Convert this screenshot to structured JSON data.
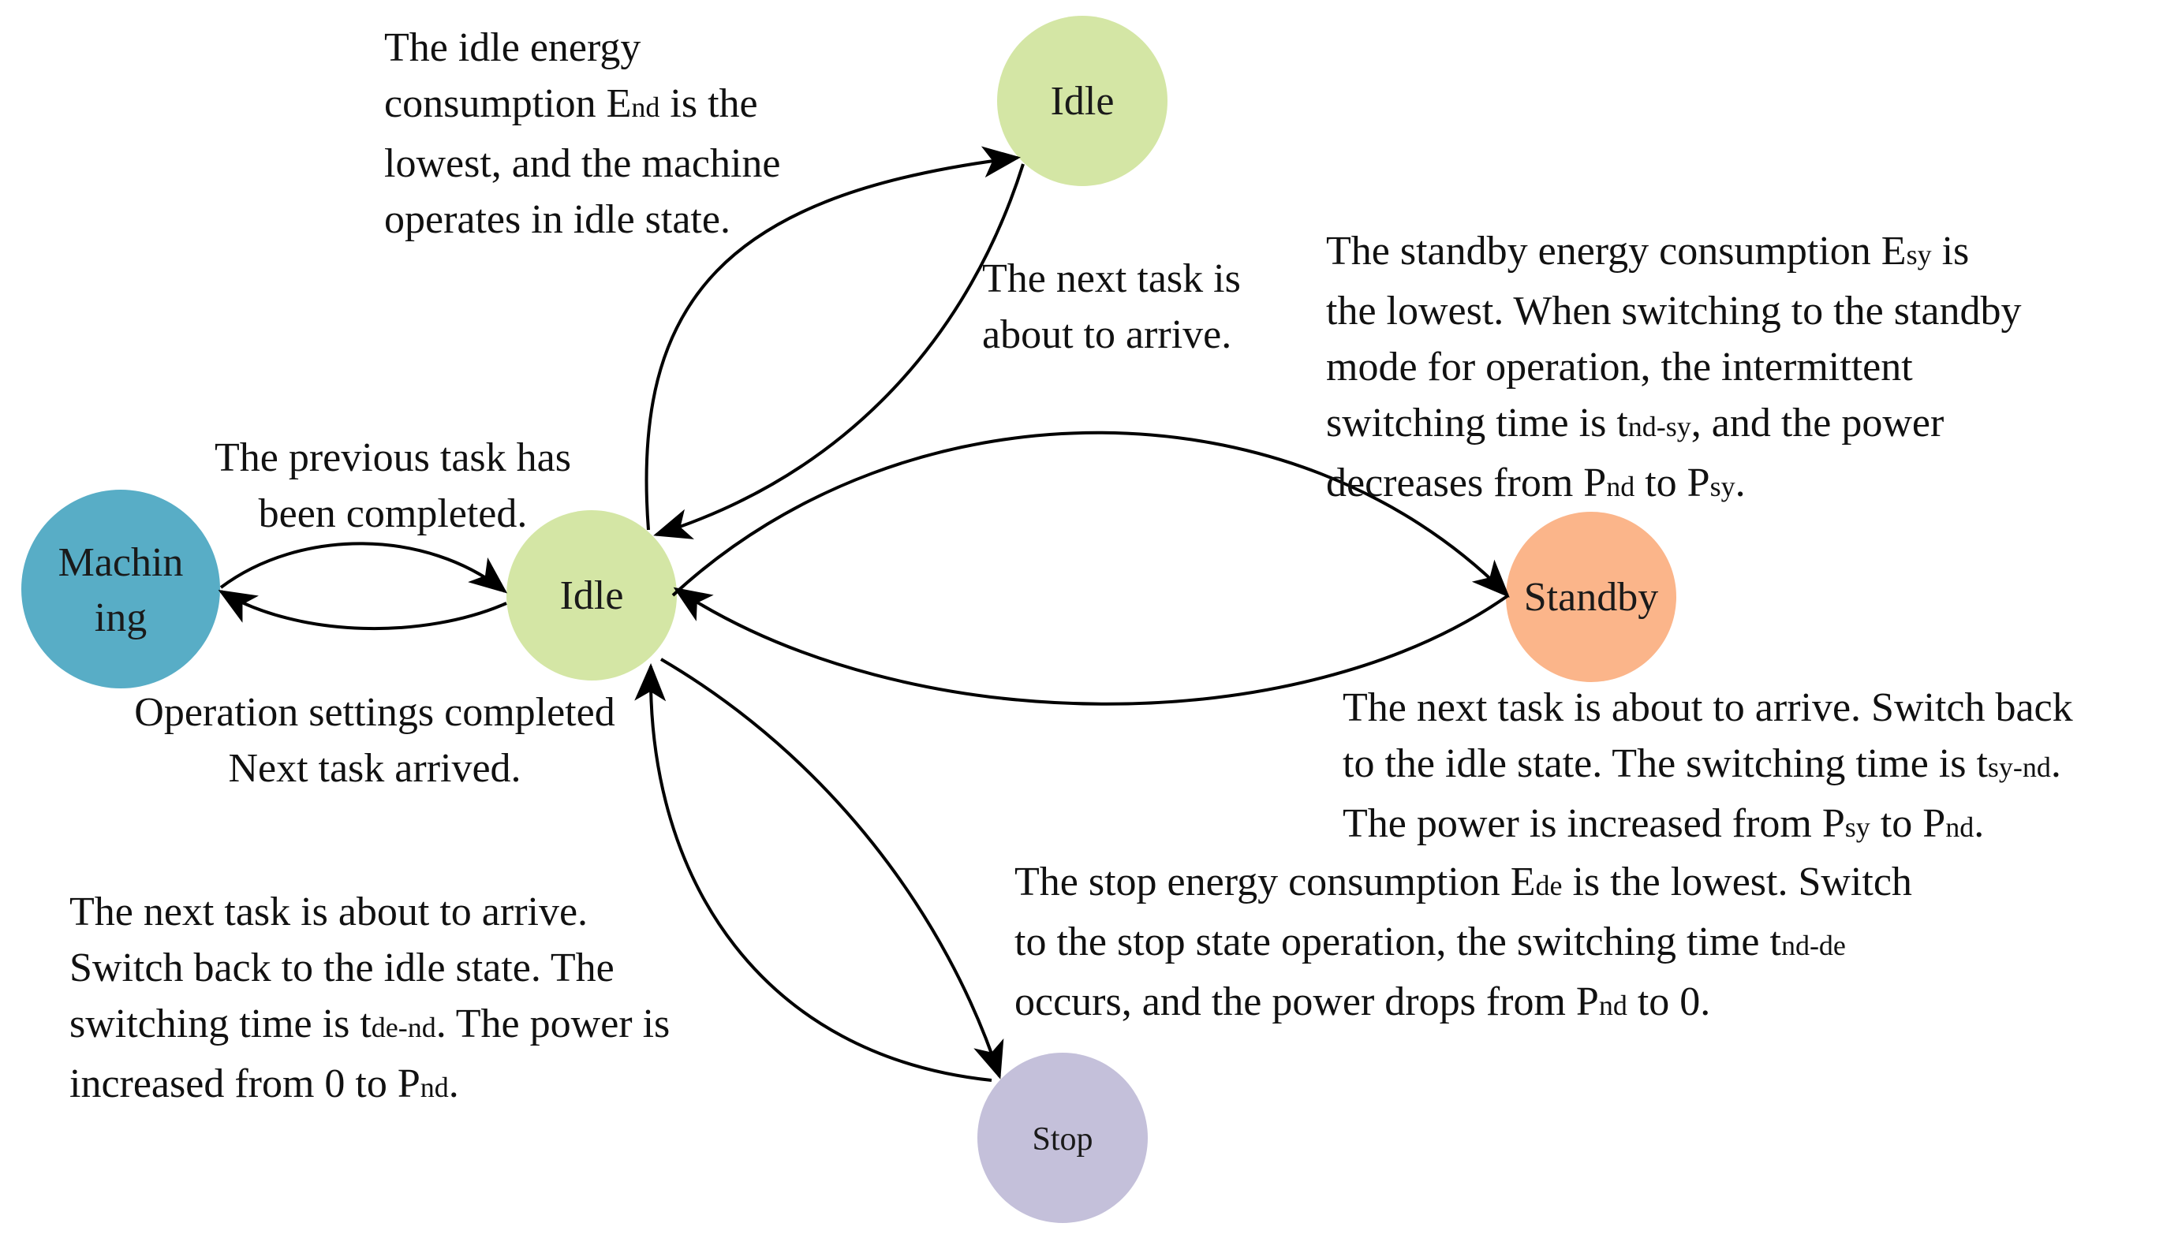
{
  "colors": {
    "idle": "#d4e6a5",
    "machining": "#58adc6",
    "standby": "#fbb58a",
    "stop": "#c4c0da",
    "arrow": "#000000"
  },
  "nodes": {
    "idle_top": "Idle",
    "idle_center": "Idle",
    "machining_line1": "Machin",
    "machining_line2": "ing",
    "standby": "Standby",
    "stop": "Stop"
  },
  "notes": {
    "idle_top": {
      "l1": "The idle energy",
      "l2_a": "consumption E",
      "l2_sub": "nd",
      "l2_b": " is the",
      "l3": "lowest, and the machine",
      "l4": "operates in idle state."
    },
    "next_task_top": {
      "l1": "The next task is",
      "l2": "about to arrive."
    },
    "standby_in": {
      "l1_a": "The standby energy consumption E",
      "l1_sub": "sy",
      "l1_b": " is",
      "l2": "the lowest. When switching to the standby",
      "l3": "mode for operation, the intermittent",
      "l4_a": "switching time is t",
      "l4_sub": "nd-sy",
      "l4_b": ", and the power",
      "l5_a": "decreases from P",
      "l5_sub1": "nd",
      "l5_b": " to P",
      "l5_sub2": "sy",
      "l5_c": "."
    },
    "previous_task": {
      "l1": "The previous task has",
      "l2": "been completed."
    },
    "operation_settings": {
      "l1": "Operation settings completed",
      "l2": "Next task arrived."
    },
    "standby_out": {
      "l1": "The next task is about to arrive. Switch back",
      "l2_a": "to the idle state. The switching time is t",
      "l2_sub": "sy-nd",
      "l2_b": ".",
      "l3_a": "The power is increased from P",
      "l3_sub1": "sy",
      "l3_b": " to P",
      "l3_sub2": "nd",
      "l3_c": "."
    },
    "stop_in": {
      "l1_a": "The stop energy consumption E",
      "l1_sub": "de",
      "l1_b": " is the lowest. Switch",
      "l2_a": "to the stop state operation, the switching time t",
      "l2_sub": "nd-de",
      "l3_a": "occurs, and the power drops from P",
      "l3_sub": "nd",
      "l3_b": " to 0."
    },
    "stop_out": {
      "l1": "The next task is about to arrive.",
      "l2": "Switch back to the idle state. The",
      "l3_a": "switching time is t",
      "l3_sub": "de-nd",
      "l3_b": ". The power is",
      "l4_a": "increased from 0 to P",
      "l4_sub": "nd",
      "l4_b": "."
    }
  }
}
